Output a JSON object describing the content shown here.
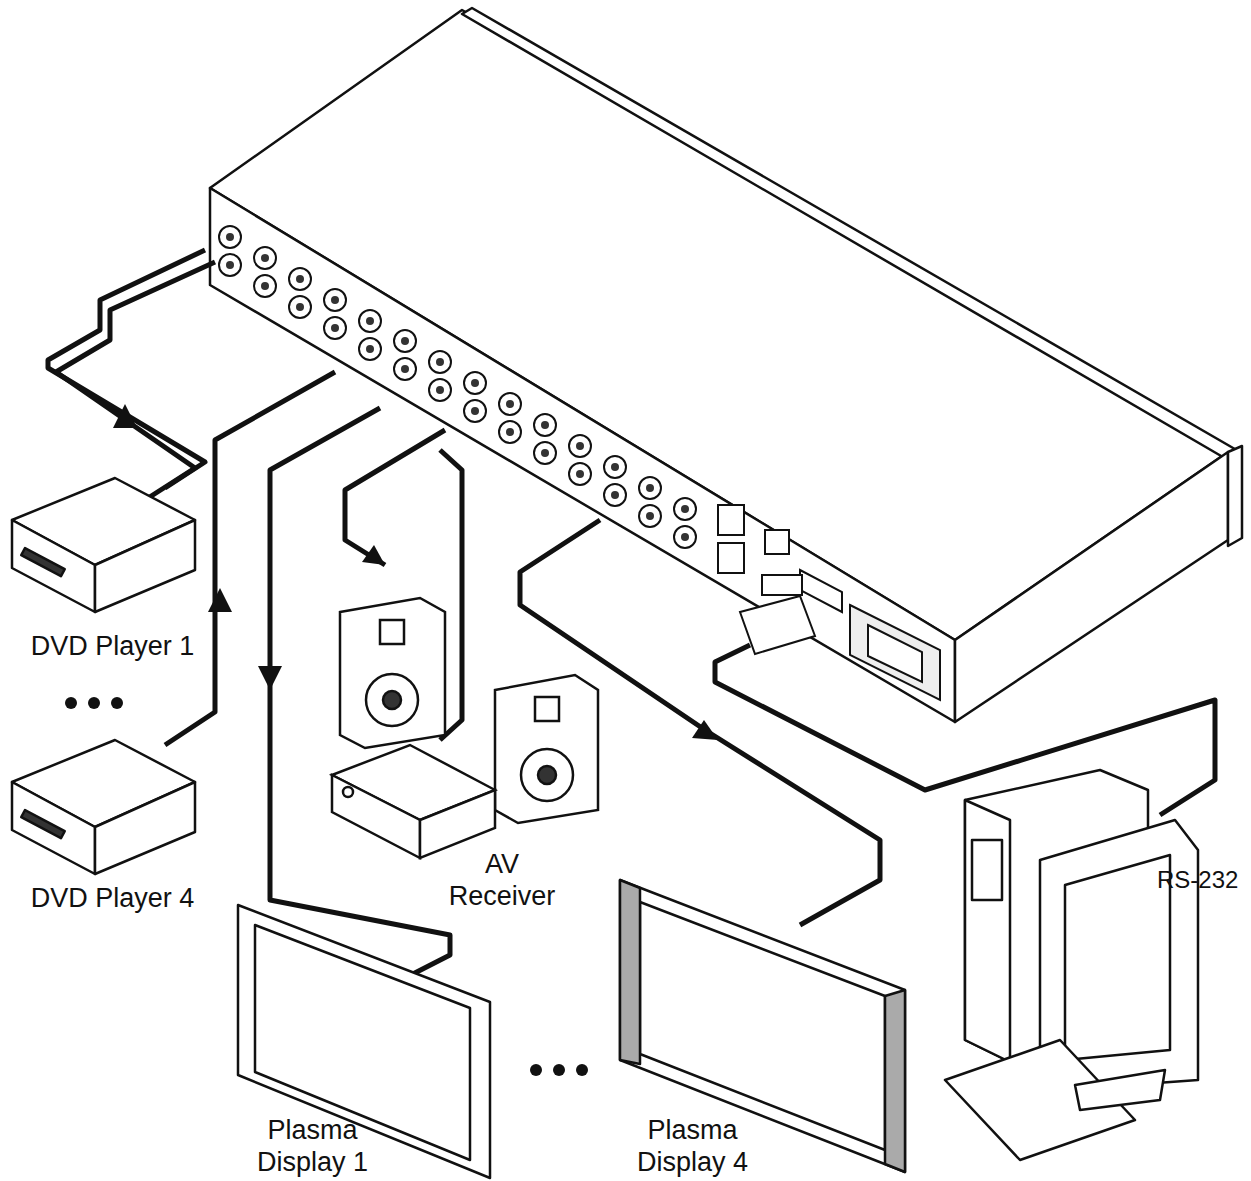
{
  "diagram": {
    "nodes": [
      {
        "text": [
          "DVD Player 1"
        ]
      },
      {
        "text": [
          "DVD Player 4"
        ]
      },
      {
        "text": [
          "AV Receiver"
        ]
      },
      {
        "text": [
          "Plasma Display 1"
        ]
      },
      {
        "text": [
          "Plasma Display 4"
        ]
      }
    ],
    "labels": [
      "RS-232"
    ]
  }
}
